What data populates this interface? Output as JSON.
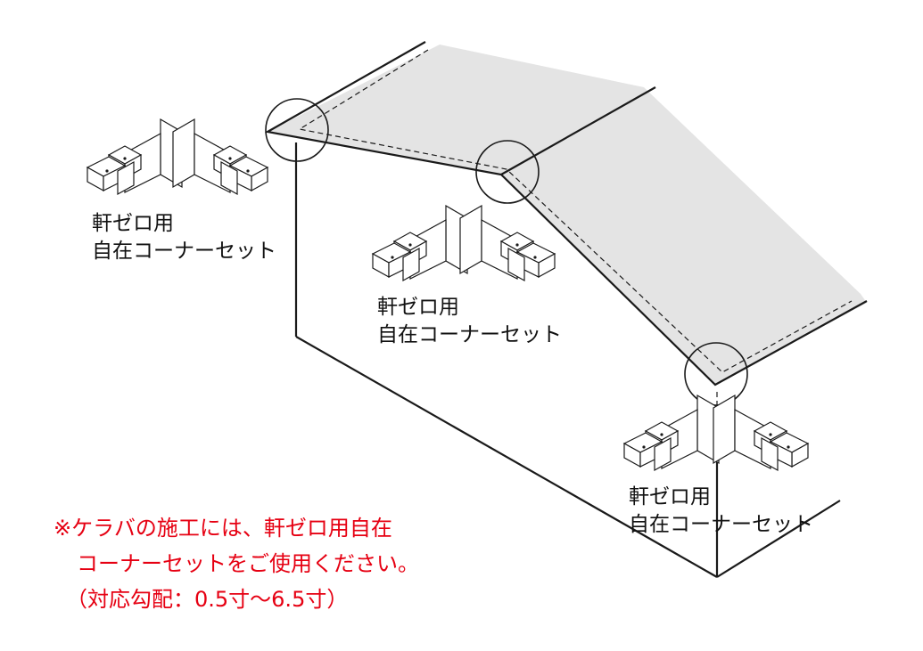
{
  "labels": [
    {
      "line1": "軒ゼロ用",
      "line2": "自在コーナーセット"
    },
    {
      "line1": "軒ゼロ用",
      "line2": "自在コーナーセット"
    },
    {
      "line1": "軒ゼロ用",
      "line2": "自在コーナーセット"
    }
  ],
  "note": {
    "line1": "※ケラバの施工には、軒ゼロ用自在",
    "line2": "コーナーセットをご使用ください。",
    "line3": "（対応勾配：0.5寸〜6.5寸）",
    "color": "#e60012"
  },
  "colors": {
    "roof_fill": "#e4e4e4",
    "line": "#1a1a1a"
  }
}
